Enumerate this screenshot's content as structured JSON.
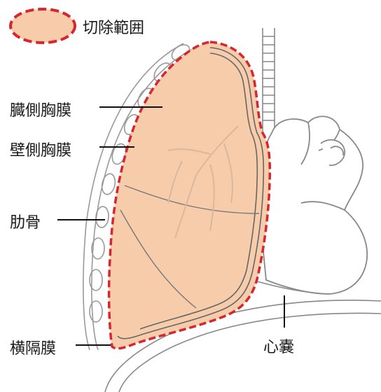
{
  "legend": {
    "label": "切除範囲"
  },
  "labels": {
    "visceral_pleura": "臓側胸膜",
    "parietal_pleura": "壁側胸膜",
    "rib": "肋骨",
    "diaphragm": "横隔膜",
    "pericardium": "心嚢"
  },
  "colors": {
    "resection_fill": "#f7ccab",
    "resection_outline": "#d7262e",
    "line": "#555555",
    "leader": "#111111"
  }
}
